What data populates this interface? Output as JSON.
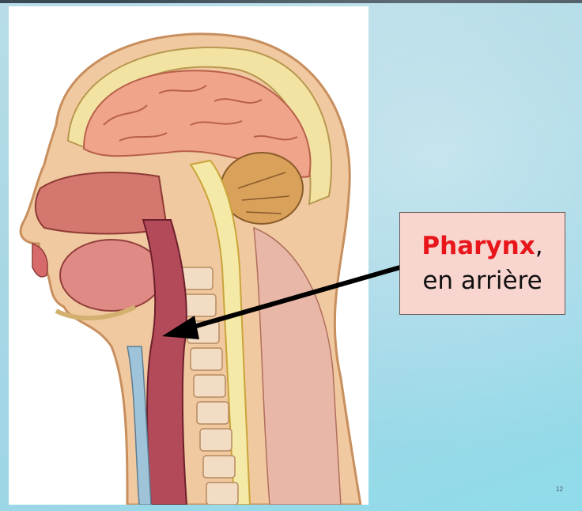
{
  "slide": {
    "label": {
      "term": "Pharynx",
      "punctuation": ",",
      "detail": "en arrière"
    },
    "page_number": "12"
  },
  "colors": {
    "term": "#e8161b",
    "label_background": "#f9d5cf",
    "slide_background": "#a9d7e4"
  }
}
